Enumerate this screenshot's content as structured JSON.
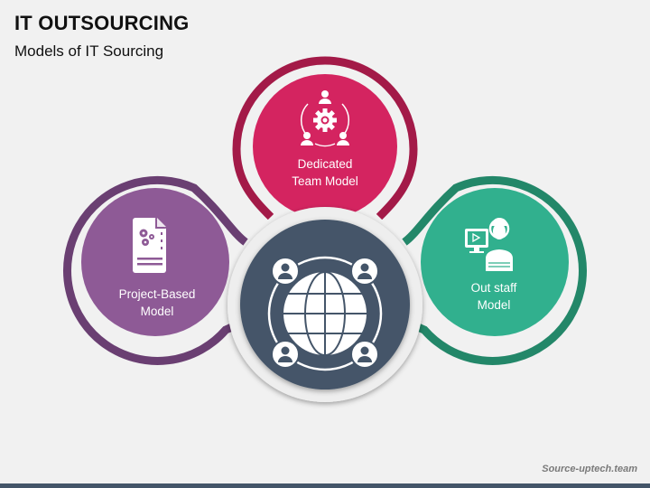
{
  "header": {
    "title": "IT OUTSOURCING",
    "subtitle": "Models of IT Sourcing"
  },
  "diagram": {
    "center": {
      "icon": "globe-network-icon",
      "color": "#445569"
    },
    "models": [
      {
        "id": "dedicated",
        "line1": "Dedicated",
        "line2": "Team Model",
        "icon": "team-gear-icon",
        "color": "#d42460",
        "ring_color": "#a31a48"
      },
      {
        "id": "project",
        "line1": "Project-Based",
        "line2": "Model",
        "icon": "document-gears-icon",
        "color": "#8e5a96",
        "ring_color": "#6a3f72"
      },
      {
        "id": "outstaff",
        "line1": "Out staff",
        "line2": "Model",
        "icon": "person-monitor-icon",
        "color": "#31b08e",
        "ring_color": "#238769"
      }
    ]
  },
  "footer": {
    "source": "Source-uptech.team"
  },
  "colors": {
    "background": "#f1f1f1",
    "navy": "#445569"
  }
}
